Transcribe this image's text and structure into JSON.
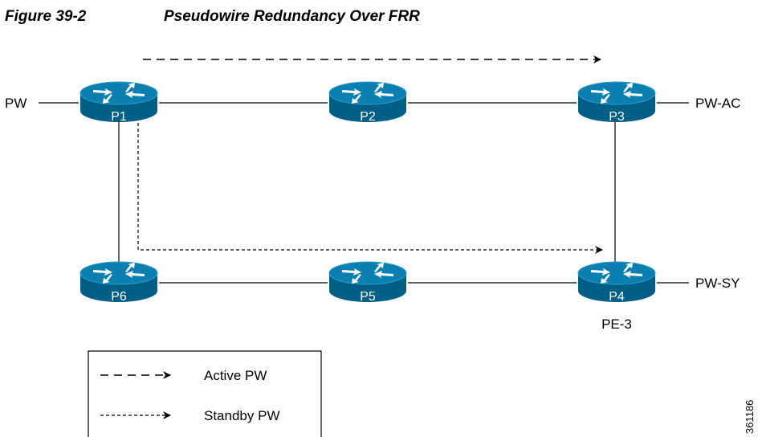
{
  "figure": {
    "number": "Figure 39-2",
    "title": "Pseudowire Redundancy Over FRR"
  },
  "routers": {
    "p1": "P1",
    "p2": "P2",
    "p3": "P3",
    "p4": "P4",
    "p5": "P5",
    "p6": "P6"
  },
  "endpoints": {
    "left": "PW",
    "top_right": "PW-AC",
    "bottom_right": "PW-SY",
    "pe_label": "PE-3"
  },
  "legend": {
    "active": "Active PW",
    "standby": "Standby PW"
  },
  "figure_id": "361186",
  "colors": {
    "router_body": "#005f87",
    "router_top": "#0a7fb0",
    "router_glyph": "#ffffff",
    "line": "#000000"
  },
  "icons": {
    "router": "router-icon"
  }
}
